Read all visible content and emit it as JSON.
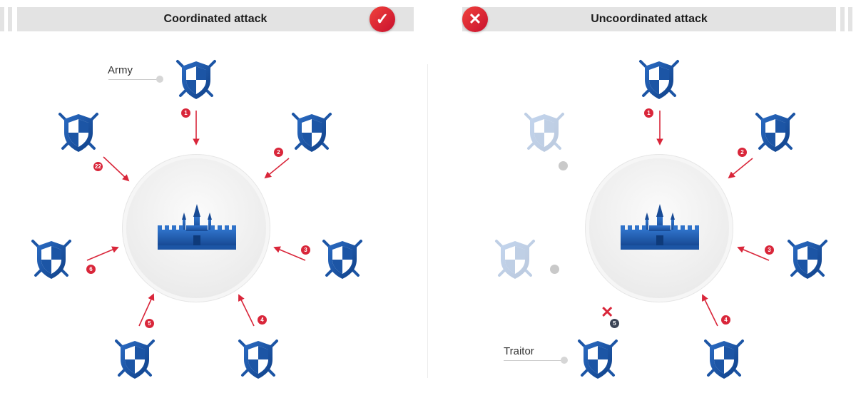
{
  "left_panel": {
    "title": "Coordinated attack",
    "badge_glyph": "✓",
    "badge_icon": "check-icon"
  },
  "right_panel": {
    "title": "Uncoordinated attack",
    "badge_glyph": "✕",
    "badge_icon": "close-icon"
  },
  "labels": {
    "army": "Army",
    "traitor": "Traitor"
  },
  "step_numbers": {
    "left": [
      "1",
      "2",
      "3",
      "4",
      "5",
      "6",
      "22"
    ],
    "right": [
      "1",
      "2",
      "3",
      "4",
      "5"
    ]
  },
  "rejected_glyph": "✕",
  "colors": {
    "banner": "#e3e3e3",
    "accent_red": "#d9263a",
    "shield_blue": "#1c55a5",
    "traitor_number": "#3b4456"
  }
}
